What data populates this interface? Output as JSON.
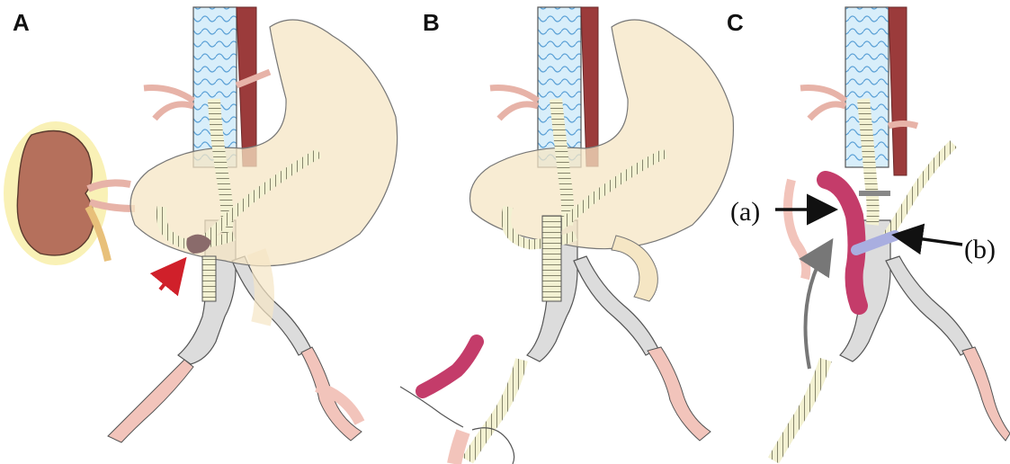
{
  "panels": [
    {
      "id": "A",
      "letter": "A"
    },
    {
      "id": "B",
      "letter": "B"
    },
    {
      "id": "C",
      "letter": "C"
    }
  ],
  "callouts": {
    "a": "(a)",
    "b": "(b)"
  },
  "colors": {
    "stomach": "#f5e6c4",
    "kidney": "#b5705c",
    "kidney_halo": "#f4e27a",
    "aorta_grey": "#dcdcdc",
    "artery_pink": "#f2c4bb",
    "esophagus_stent": "#d6ecf8",
    "esophagus_dark": "#9b3b3b",
    "graft_stripe": "#f1f0cf",
    "vein_graft": "#c43c6a",
    "blue_graft": "#a9aee0",
    "red_arrow": "#d0202a",
    "grey_arrow": "#777777"
  }
}
